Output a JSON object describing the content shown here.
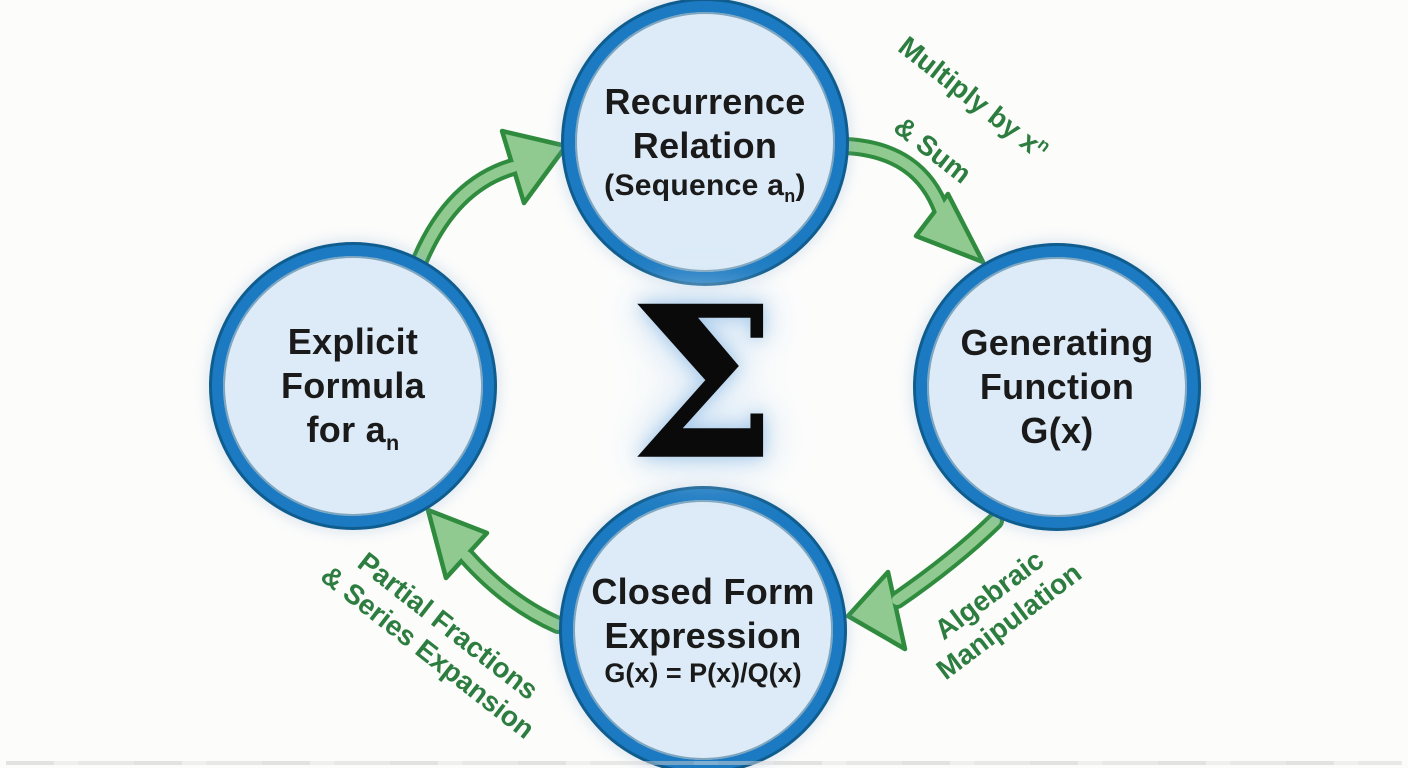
{
  "colors": {
    "background": "#fcfcfb",
    "node_fill": "#dcebf7",
    "node_border": "#1b7ac1",
    "node_border_dark": "#0f5d8f",
    "arrow_fill": "#90ca90",
    "arrow_outline": "#2f8b3d",
    "label_green": "#2c7d3f",
    "text_dark": "#1a1a1a",
    "sigma_color": "#0a0a0a"
  },
  "center": {
    "symbol": "Σ"
  },
  "nodes": {
    "top": {
      "line1": "Recurrence",
      "line2": "Relation",
      "line3_pre": "(Sequence a",
      "line3_sub": "n",
      "line3_post": ")"
    },
    "right": {
      "line1": "Generating",
      "line2": "Function",
      "line3": "G(x)"
    },
    "bottom": {
      "line1": "Closed Form",
      "line2": "Expression",
      "line3": "G(x) = P(x)/Q(x)"
    },
    "left": {
      "line1": "Explicit",
      "line2": "Formula",
      "line3_pre": "for a",
      "line3_sub": "n"
    }
  },
  "edges": {
    "top_to_right": {
      "label_pre": "Multiply by x",
      "label_sup": "n",
      "label_line2": "& Sum"
    },
    "right_to_bottom": {
      "label": "Algebraic\nManipulation"
    },
    "bottom_to_left": {
      "label": "Partial Fractions\n& Series Expansion"
    }
  }
}
